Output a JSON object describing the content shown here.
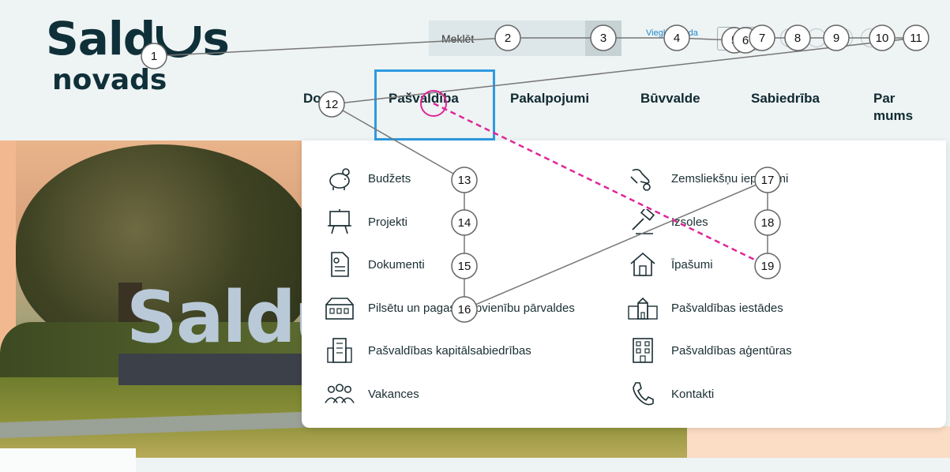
{
  "logo": {
    "top_text_left": "Sald",
    "top_text_right": "s",
    "bottom_text": "novads"
  },
  "search": {
    "placeholder": "Meklēt"
  },
  "top_link": "Vieglā valoda",
  "nav": {
    "items": [
      {
        "label": "Dome"
      },
      {
        "label": "Pašvaldība"
      },
      {
        "label": "Pakalpojumi"
      },
      {
        "label": "Būvvalde"
      },
      {
        "label": "Sabiedrība"
      },
      {
        "label": "Par mums"
      }
    ]
  },
  "dropdown": {
    "left_column": [
      {
        "label": "Budžets",
        "icon": "piggy-bank-icon"
      },
      {
        "label": "Projekti",
        "icon": "presentation-board-icon"
      },
      {
        "label": "Dokumenti",
        "icon": "document-icon"
      },
      {
        "label": "Pilsētu un pagastu apvienību pārvaldes",
        "icon": "town-hall-icon"
      },
      {
        "label": "Pašvaldības kapitālsabiedrības",
        "icon": "company-building-icon"
      },
      {
        "label": "Vakances",
        "icon": "people-group-icon"
      }
    ],
    "right_column": [
      {
        "label": "Zemsliekšņu iepirkumi",
        "icon": "hand-coin-icon"
      },
      {
        "label": "Izsoles",
        "icon": "gavel-icon"
      },
      {
        "label": "Īpašumi",
        "icon": "house-icon"
      },
      {
        "label": "Pašvaldības iestādes",
        "icon": "institution-icon"
      },
      {
        "label": "Pašvaldības aģentūras",
        "icon": "agency-building-icon"
      },
      {
        "label": "Kontakti",
        "icon": "phone-icon"
      }
    ]
  },
  "hero": {
    "sign_text": "Saldus"
  },
  "annotations": {
    "labels": [
      "1",
      "2",
      "3",
      "4",
      "5",
      "6",
      "7",
      "8",
      "9",
      "10",
      "11",
      "12",
      "13",
      "14",
      "15",
      "16",
      "17",
      "18",
      "19"
    ]
  },
  "colors": {
    "accent_blue": "#2d9be0",
    "annotation_magenta": "#e0269a",
    "dark_teal": "#0f3038"
  }
}
